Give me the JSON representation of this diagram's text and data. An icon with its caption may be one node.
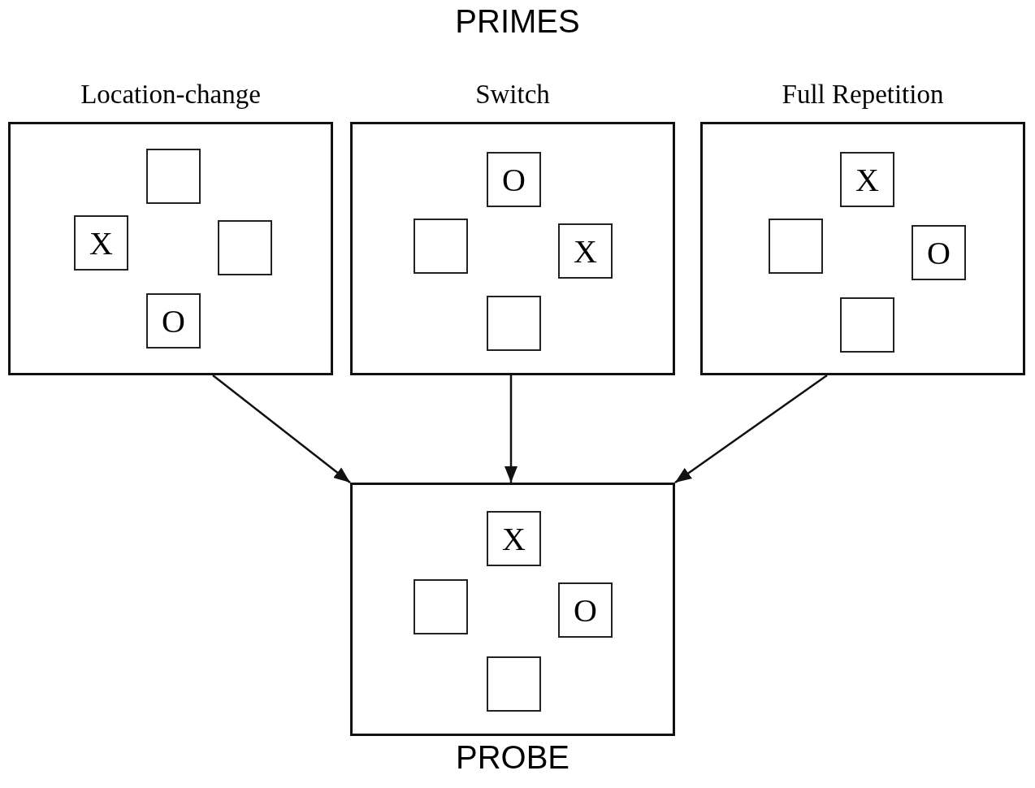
{
  "diagram": {
    "title": "PRIMES",
    "nodes": [
      {
        "text": [
          "Location-change"
        ]
      },
      {
        "text": [],
        "shape": "box",
        "in": 0
      },
      {
        "text": [
          "X"
        ],
        "in": 0
      },
      {
        "text": [],
        "shape": "box",
        "in": 0
      },
      {
        "text": [
          "O"
        ],
        "in": 0
      },
      {
        "text": [
          "Switch"
        ]
      },
      {
        "text": [
          "O"
        ],
        "in": 5
      },
      {
        "text": [],
        "shape": "box",
        "in": 5
      },
      {
        "text": [
          "X"
        ],
        "in": 5
      },
      {
        "text": [],
        "shape": "box",
        "in": 5
      },
      {
        "text": [
          "Full Repetition"
        ]
      },
      {
        "text": [
          "X"
        ],
        "in": 10
      },
      {
        "text": [],
        "shape": "box",
        "in": 10
      },
      {
        "text": [
          "O"
        ],
        "in": 10
      },
      {
        "text": [],
        "shape": "box",
        "in": 10
      },
      {
        "text": [
          "PROBE"
        ]
      },
      {
        "text": [
          "X"
        ],
        "in": 15
      },
      {
        "text": [],
        "shape": "box",
        "in": 15
      },
      {
        "text": [
          "O"
        ],
        "in": 15
      },
      {
        "text": [],
        "shape": "box",
        "in": 15
      }
    ],
    "edges": [
      {
        "from": 0,
        "to": 15,
        "arrow": "to"
      },
      {
        "from": 5,
        "to": 15,
        "arrow": "to"
      },
      {
        "from": 10,
        "to": 15,
        "arrow": "to"
      }
    ]
  }
}
